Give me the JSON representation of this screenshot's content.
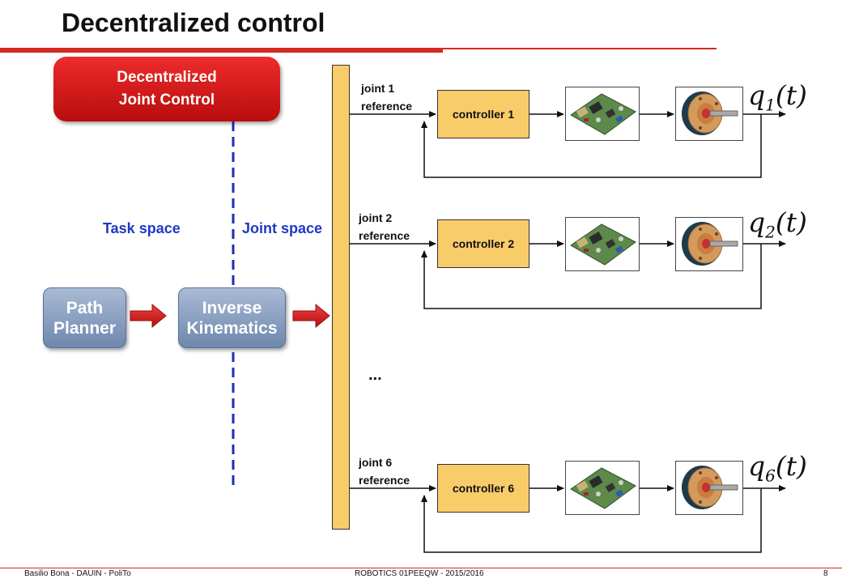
{
  "title": "Decentralized control",
  "dec_control_box": "Decentralized Joint Control",
  "task_space": "Task space",
  "joint_space": "Joint space",
  "path_planner": "Path Planner",
  "inverse_kinematics": "Inverse Kinematics",
  "ellipsis": "...",
  "joints": [
    {
      "ref_line1": "joint 1",
      "ref_line2": "reference",
      "controller": "controller 1",
      "q_sub": "1"
    },
    {
      "ref_line1": "joint 2",
      "ref_line2": "reference",
      "controller": "controller 2",
      "q_sub": "2"
    },
    {
      "ref_line1": "joint 6",
      "ref_line2": "reference",
      "controller": "controller 6",
      "q_sub": "6"
    }
  ],
  "footer": {
    "left": "Basilio Bona - DAUIN - PoliTo",
    "center": "ROBOTICS 01PEEQW - 2015/2016",
    "page": "8"
  },
  "icons": {
    "board": "circuit-board-icon",
    "motor": "motor-icon",
    "arrow": "red-arrow-icon"
  },
  "colors": {
    "accent_red": "#d42a1f",
    "box_yellow": "#f9cc6a",
    "space_blue": "#1f39c4",
    "dashed_blue": "#1b2fb0"
  }
}
